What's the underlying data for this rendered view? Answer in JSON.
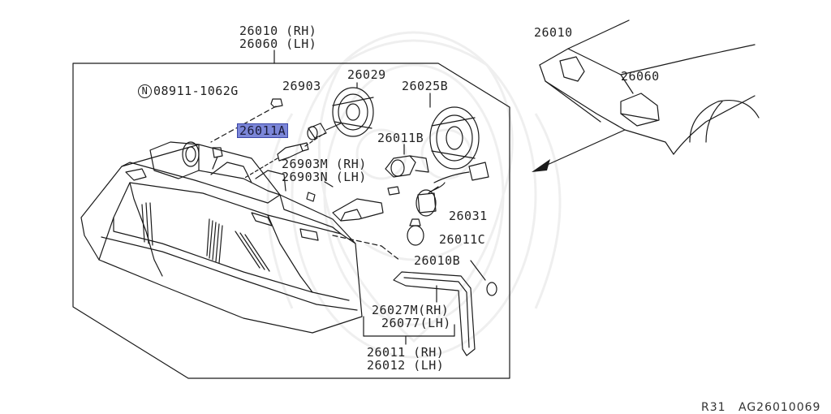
{
  "labels": {
    "assembly_rh": "26010 (RH)",
    "assembly_lh": "26060 (LH)",
    "nut_prefix": "N",
    "nut_part": "08911-1062G",
    "socket_26903": "26903",
    "bulb_26029": "26029",
    "cover_26025b": "26025B",
    "highlight_26011a": "26011A",
    "bulb_26011b": "26011B",
    "bracket_m": "26903M (RH)",
    "bracket_n": "26903N (LH)",
    "socket_26031": "26031",
    "bulb_26011c": "26011C",
    "seal_26010b": "26010B",
    "trim_m": "26027M(RH)",
    "trim_lh": "26077(LH)",
    "lens_rh": "26011 (RH)",
    "lens_lh": "26012 (LH)",
    "car_26010": "26010",
    "car_26060": "26060"
  },
  "footer": {
    "page_code": "R31",
    "diagram_id": "AG26010069"
  },
  "icons": {
    "watermark": "ornamental-watermark-icon",
    "arrow": "direction-arrow-icon"
  }
}
